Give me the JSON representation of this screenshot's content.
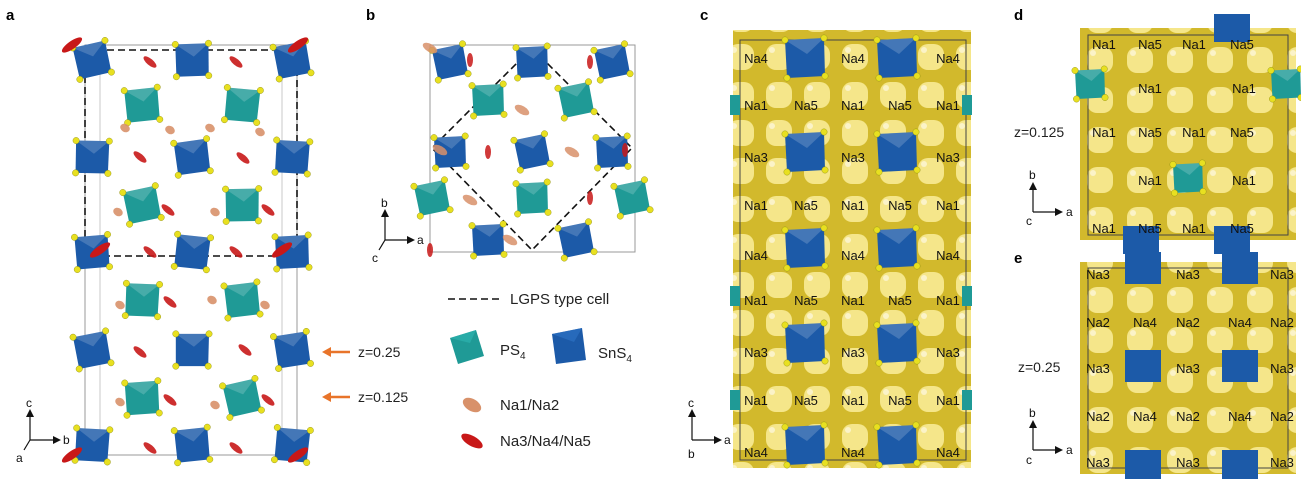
{
  "panels": {
    "a": {
      "label": "a",
      "z_labels": [
        "z=0.25",
        "z=0.125"
      ],
      "axes": [
        "c",
        "b",
        "a"
      ]
    },
    "b": {
      "label": "b",
      "axes": [
        "b",
        "a",
        "c"
      ]
    },
    "c": {
      "label": "c",
      "axes": [
        "c",
        "a",
        "b"
      ],
      "rows": [
        [
          "Na4",
          "Na4",
          "Na4"
        ],
        [
          "Na1",
          "Na5",
          "Na1",
          "Na5",
          "Na1"
        ],
        [
          "Na3",
          "Na3",
          "Na3"
        ],
        [
          "Na1",
          "Na5",
          "Na1",
          "Na5",
          "Na1"
        ],
        [
          "Na4",
          "Na4",
          "Na4"
        ],
        [
          "Na1",
          "Na5",
          "Na1",
          "Na5",
          "Na1"
        ],
        [
          "Na3",
          "Na3",
          "Na3"
        ],
        [
          "Na1",
          "Na5",
          "Na1",
          "Na5",
          "Na1"
        ],
        [
          "Na4",
          "Na4",
          "Na4"
        ]
      ]
    },
    "d": {
      "label": "d",
      "z": "z=0.125",
      "axes": [
        "b",
        "a",
        "c"
      ],
      "rows": [
        [
          "Na1",
          "Na5",
          "Na1",
          "Na5"
        ],
        [
          "Na1",
          "Na1"
        ],
        [
          "Na1",
          "Na5",
          "Na1",
          "Na5"
        ],
        [
          "Na1",
          "Na1"
        ],
        [
          "Na1",
          "Na5",
          "Na1",
          "Na5"
        ]
      ]
    },
    "e": {
      "label": "e",
      "z": "z=0.25",
      "axes": [
        "b",
        "a",
        "c"
      ],
      "rows": [
        [
          "Na3",
          "Na3",
          "Na3"
        ],
        [
          "Na2",
          "Na4",
          "Na2",
          "Na4",
          "Na2"
        ],
        [
          "Na3",
          "Na3",
          "Na3"
        ],
        [
          "Na2",
          "Na4",
          "Na2",
          "Na4",
          "Na2"
        ],
        [
          "Na3",
          "Na3",
          "Na3"
        ]
      ]
    }
  },
  "legend": {
    "cell": "LGPS type cell",
    "ps4": "PS",
    "ps4_sub": "4",
    "sns4": "SnS",
    "sns4_sub": "4",
    "na12": "Na1/Na2",
    "na345": "Na3/Na4/Na5"
  },
  "colors": {
    "ps4": "#1f9a96",
    "sns4": "#1c5aa8",
    "na12": "#d8916a",
    "na345": "#c81818",
    "sulfur": "#e8e020",
    "density": "#dcc63a",
    "arrow": "#e8742a"
  }
}
